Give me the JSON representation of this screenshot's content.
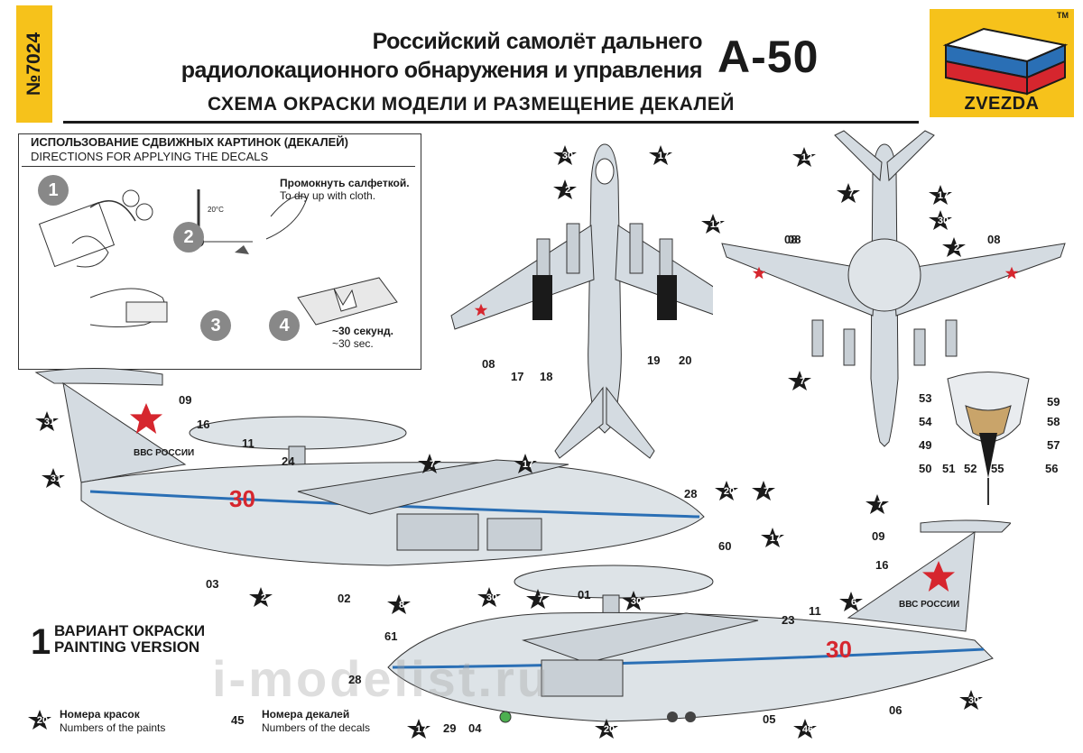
{
  "header": {
    "catalog_number": "№7024",
    "title_line1": "Российский самолёт дальнего",
    "title_line2": "радиолокационного обнаружения и управления",
    "model": "А-50",
    "subtitle": "СХЕМА ОКРАСКИ МОДЕЛИ И РАЗМЕЩЕНИЕ ДЕКАЛЕЙ",
    "brand": "ZVEZDA",
    "trademark": "TM"
  },
  "instructions": {
    "title": "ИСПОЛЬЗОВАНИЕ СДВИЖНЫХ КАРТИНОК (ДЕКАЛЕЙ)",
    "subtitle": "DIRECTIONS  FOR APPLYING THE DECALS",
    "steps": [
      "1",
      "2",
      "3",
      "4"
    ],
    "temp": "20°C",
    "dry_ru": "Промокнуть салфеткой.",
    "dry_en": "To dry up with cloth.",
    "wait_ru": "~30 секунд.",
    "wait_en": "~30 sec."
  },
  "top_view": {
    "paint_callouts": [
      "30",
      "17",
      "2",
      "12"
    ],
    "decal_callouts": [
      "08",
      "08",
      "17",
      "18",
      "19",
      "20"
    ]
  },
  "bottom_view": {
    "paint_callouts": [
      "12",
      "7",
      "17",
      "30",
      "2",
      "7"
    ],
    "decal_callouts": [
      "08",
      "08"
    ]
  },
  "nose_detail": {
    "left_labels": [
      "53",
      "54",
      "49",
      "50",
      "51",
      "52"
    ],
    "right_labels": [
      "59",
      "58",
      "57",
      "55",
      "56"
    ]
  },
  "side_view_left": {
    "paint_callouts": [
      "31",
      "31",
      "7",
      "17",
      "20",
      "7",
      "17",
      "2",
      "8",
      "30",
      "7",
      "30"
    ],
    "decal_callouts": [
      "09",
      "16",
      "11",
      "24",
      "28",
      "60",
      "03",
      "02",
      "01"
    ],
    "tail_text": "ВВС РОССИИ",
    "side_number": "30"
  },
  "side_view_right": {
    "paint_callouts": [
      "7",
      "6",
      "30",
      "17",
      "20",
      "46"
    ],
    "decal_callouts": [
      "09",
      "16",
      "11",
      "23",
      "61",
      "28",
      "06",
      "05",
      "04",
      "29"
    ],
    "tail_text": "ВВС РОССИИ",
    "side_number": "30"
  },
  "variant": {
    "number": "1",
    "label_ru": "ВАРИАНТ ОКРАСКИ",
    "label_en": "PAINTING VERSION"
  },
  "legend": {
    "paint_symbol": "20",
    "paint_ru": "Номера красок",
    "paint_en": "Numbers of the paints",
    "decal_symbol": "45",
    "decal_ru": "Номера декалей",
    "decal_en": "Numbers of the decals"
  },
  "watermark": "i-modelist.ru",
  "colors": {
    "accent_yellow": "#f6c21b",
    "aircraft_grey": "#cfd6dc",
    "aircraft_light": "#e6ebef",
    "fuselage_stripe": "#2a6fb5",
    "star_red": "#d6262e",
    "black": "#1a1a1a"
  }
}
